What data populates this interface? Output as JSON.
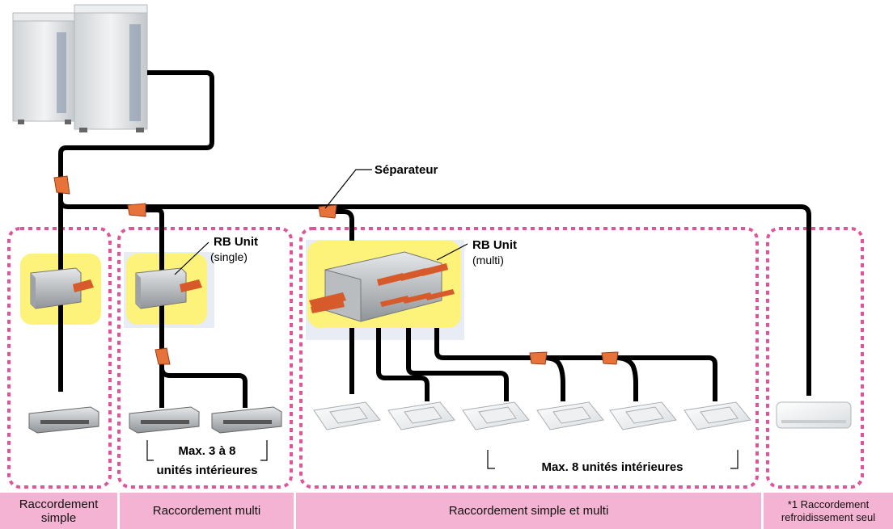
{
  "labels": {
    "separateur": "Séparateur",
    "rb_unit_single": "RB Unit",
    "rb_unit_single_sub": "(single)",
    "rb_unit_multi": "RB Unit",
    "rb_unit_multi_sub": "(multi)",
    "max_multi_line1": "Max. 3 à 8",
    "max_multi_line2": "unités intérieures",
    "max_simple_multi": "Max. 8 unités intérieures"
  },
  "footer": {
    "col1": "Raccordement simple",
    "col2": "Raccordement multi",
    "col3": "Raccordement simple et multi",
    "col4_line1": "*1 Raccordement",
    "col4_line2": "refroidissement seul"
  },
  "colors": {
    "pipe": "#000000",
    "separator": "#e8733a",
    "dotted_frame": "#e0559a",
    "rb_highlight": "#fdf27a",
    "footer_bar": "#f4b3d2"
  }
}
